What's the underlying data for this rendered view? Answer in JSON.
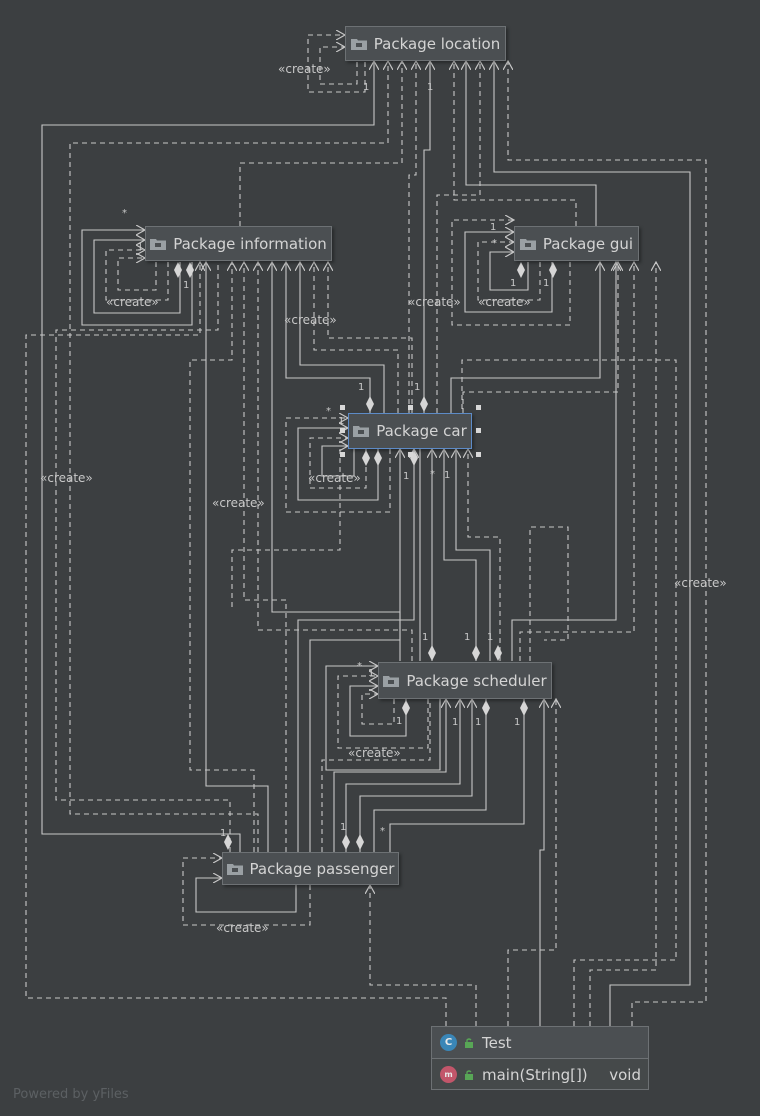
{
  "packages": {
    "location": "Package location",
    "information": "Package information",
    "gui": "Package gui",
    "car": "Package car",
    "scheduler": "Package scheduler",
    "passenger": "Package passenger"
  },
  "test_class": {
    "name": "Test",
    "method": "main(String[])",
    "return_type": "void"
  },
  "labels": {
    "create": "«create»",
    "one": "1",
    "many": "*"
  },
  "footer": "Powered by yFiles",
  "colors": {
    "background": "#3c3f41",
    "node": "#4b4f52",
    "border": "#6d7174",
    "edge": "#c8c8c8",
    "selection": "#5d8bc7",
    "class_icon": "#3a86b7",
    "method_icon": "#c2566a",
    "lock_icon": "#58a656"
  }
}
